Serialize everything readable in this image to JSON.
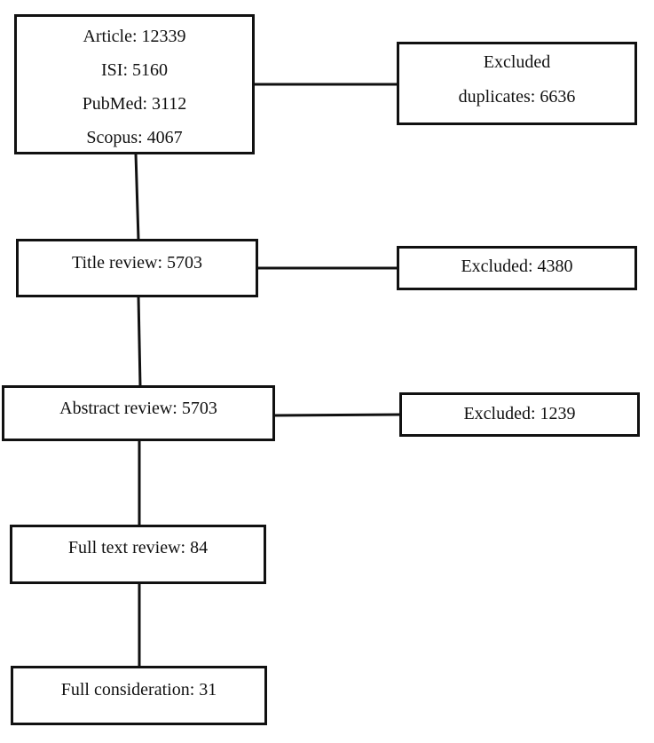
{
  "diagram": {
    "sources_box": {
      "article": "Article: 12339",
      "isi": "ISI: 5160",
      "pubmed": "PubMed: 3112",
      "scopus": "Scopus: 4067"
    },
    "excluded_duplicates_box": {
      "line1": "Excluded",
      "line2": "duplicates: 6636"
    },
    "title_review_box": {
      "label": "Title review: 5703"
    },
    "excluded_title_box": {
      "label": "Excluded: 4380"
    },
    "abstract_review_box": {
      "label": "Abstract review: 5703"
    },
    "excluded_abstract_box": {
      "label": "Excluded: 1239"
    },
    "full_text_review_box": {
      "label": "Full text review: 84"
    },
    "full_consideration_box": {
      "label": "Full consideration: 31"
    }
  }
}
